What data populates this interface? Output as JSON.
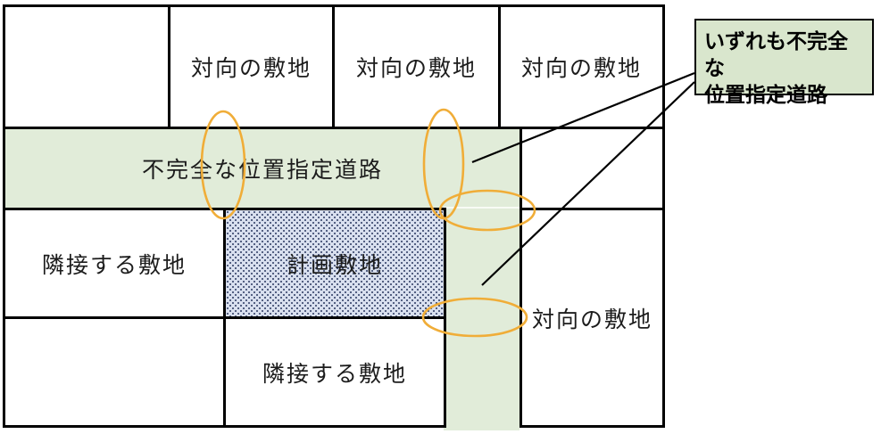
{
  "diagram": {
    "title_context": "不完全な位置指定道路の模式図",
    "cells": {
      "top_left": "",
      "top_opposite_1": "対向の敷地",
      "top_opposite_2": "対向の敷地",
      "top_opposite_3": "対向の敷地",
      "road_horizontal": "不完全な位置指定道路",
      "adjacent_left": "隣接する敷地",
      "planned_site": "計画敷地",
      "opposite_right": "対向の敷地",
      "adjacent_bottom": "隣接する敷地",
      "bottom_left": ""
    },
    "callout": {
      "text": "いずれも不完全な\n位置指定道路"
    },
    "colors": {
      "road": "#e1ecd9",
      "callout_bg": "#d9e6cd",
      "planned_bg": "#d9e0ef",
      "planned_dot": "#2f3c63",
      "highlight": "#f0ad38"
    }
  }
}
